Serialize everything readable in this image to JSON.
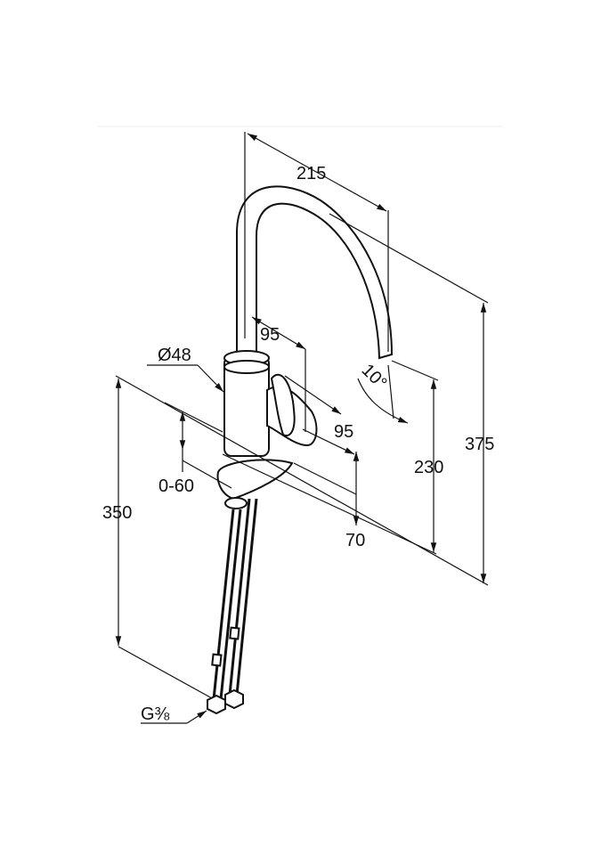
{
  "drawing": {
    "subject": "kitchen-faucet-dimension-drawing",
    "dimensions": {
      "reach": "215",
      "handle_offset_top": "95",
      "body_diameter": "Ø48",
      "spout_angle": "10°",
      "handle_offset_right": "95",
      "mounting_thickness": "0-60",
      "hose_length": "350",
      "spout_outlet_height": "230",
      "total_height": "375",
      "base_height": "70",
      "connection_thread": "G⅜"
    },
    "line_color": "#111111",
    "background_color": "#ffffff"
  }
}
